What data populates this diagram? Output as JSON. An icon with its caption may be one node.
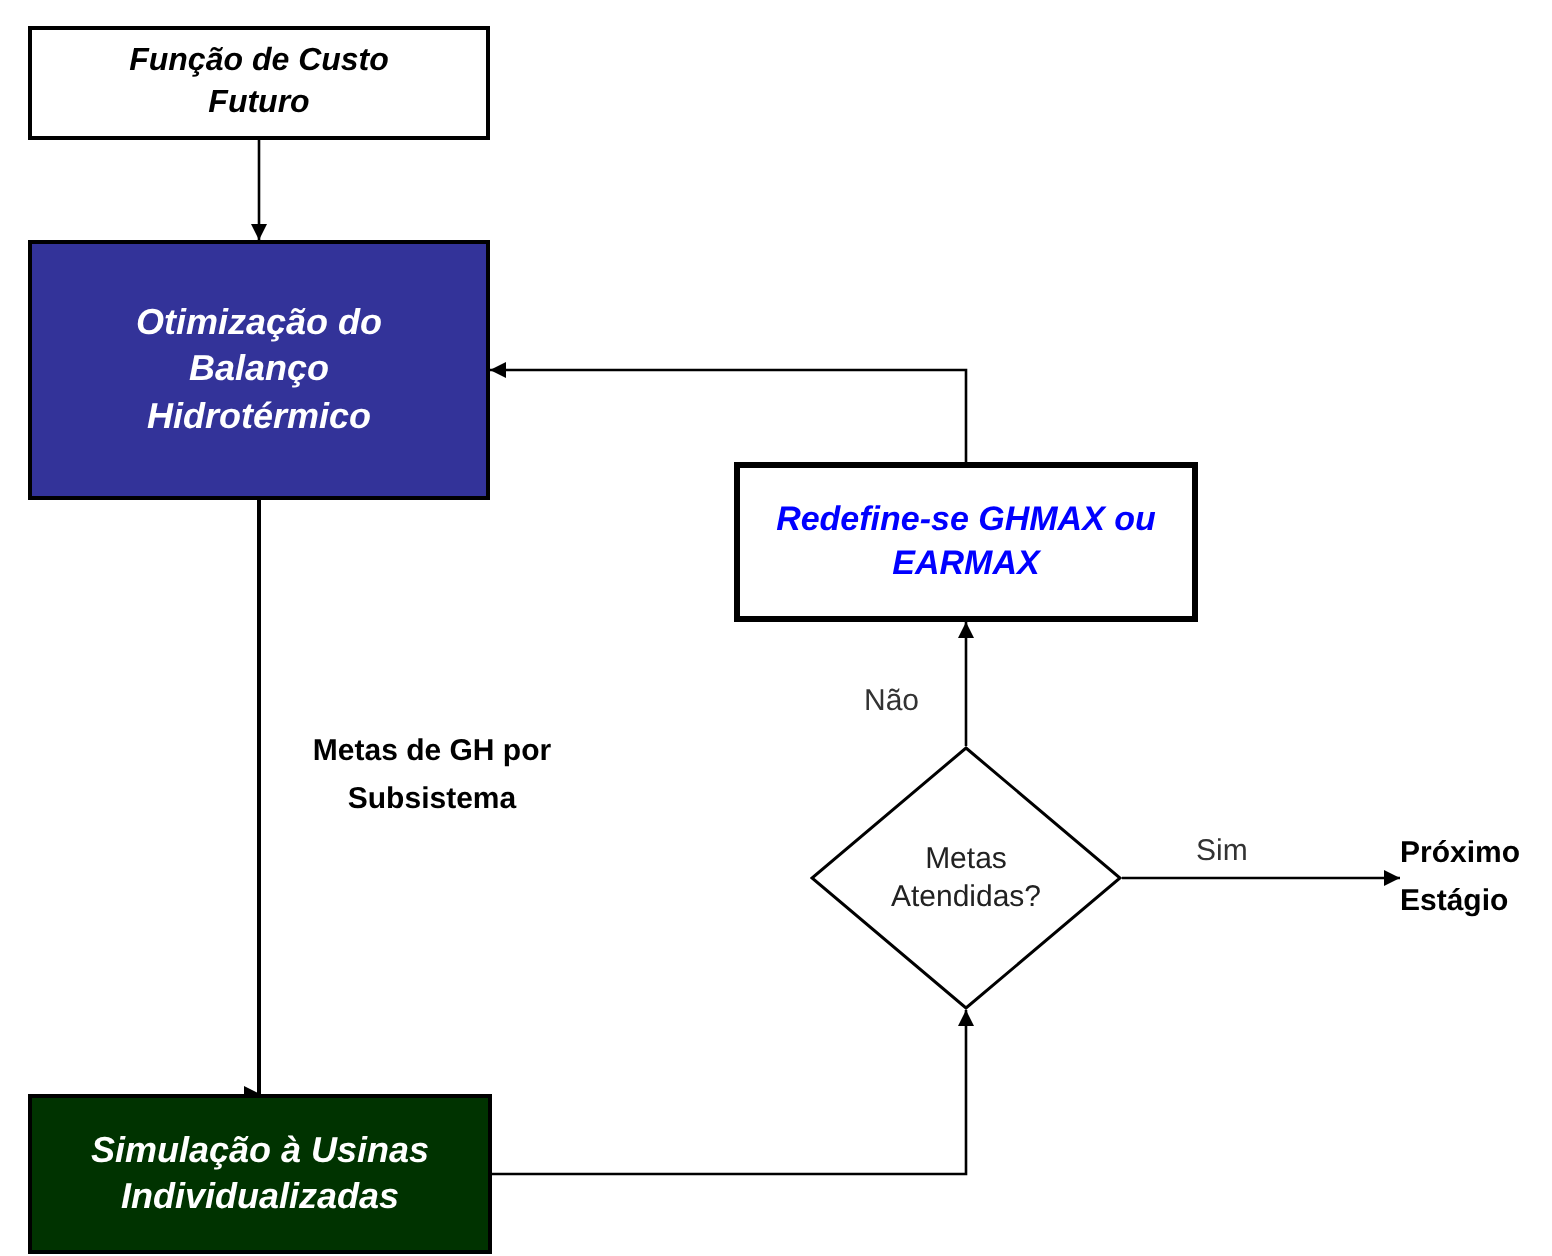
{
  "diagram": {
    "nodes": [
      {
        "text": [
          "Função de Custo Futuro"
        ]
      },
      {
        "text": [
          "Otimização do Balanço Hidrotérmico"
        ]
      },
      {
        "text": [
          "Redefine-se GHMAX ou EARMAX"
        ]
      },
      {
        "text": [
          "Metas Atendidas?"
        ]
      },
      {
        "text": [
          "Próximo Estágio"
        ]
      },
      {
        "text": [
          "Simulação à Usinas Individualizadas"
        ]
      }
    ],
    "edges": [
      {
        "from": 0,
        "to": 1,
        "arrow": "to"
      },
      {
        "from": 1,
        "to": 5,
        "arrow": "to",
        "label": "Metas de GH por Subsistema"
      },
      {
        "from": 3,
        "to": 2,
        "arrow": "to",
        "label": "Não"
      },
      {
        "from": 5,
        "to": 3,
        "arrow": "to"
      },
      {
        "from": 3,
        "to": 4,
        "arrow": "to",
        "label": "Sim"
      },
      {
        "from": 2,
        "to": 1,
        "arrow": "to"
      }
    ]
  }
}
